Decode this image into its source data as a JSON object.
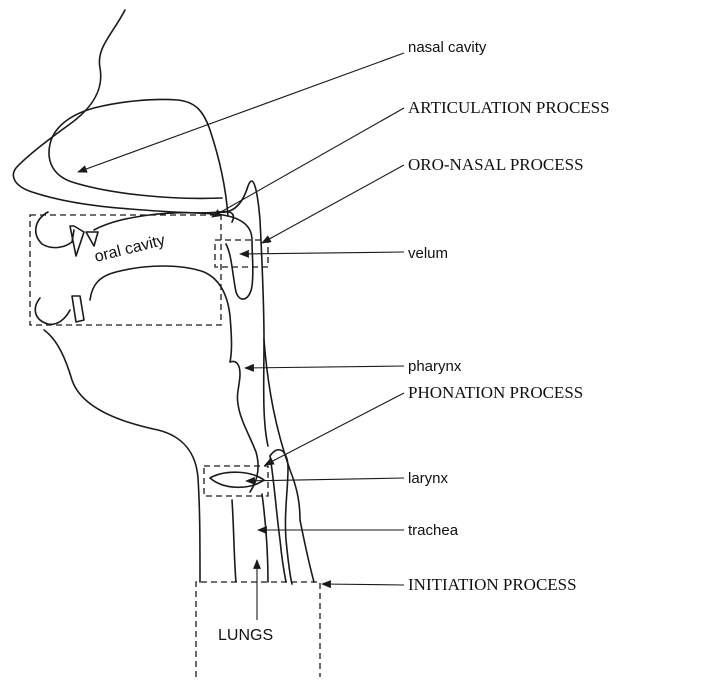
{
  "labels": {
    "nasal_cavity": "nasal cavity",
    "articulation_process": "ARTICULATION PROCESS",
    "oro_nasal_process": "ORO-NASAL PROCESS",
    "velum": "velum",
    "pharynx": "pharynx",
    "phonation_process": "PHONATION PROCESS",
    "larynx": "larynx",
    "trachea": "trachea",
    "initiation_process": "INITIATION PROCESS",
    "oral_cavity": "oral cavity",
    "lungs": "LUNGS"
  }
}
